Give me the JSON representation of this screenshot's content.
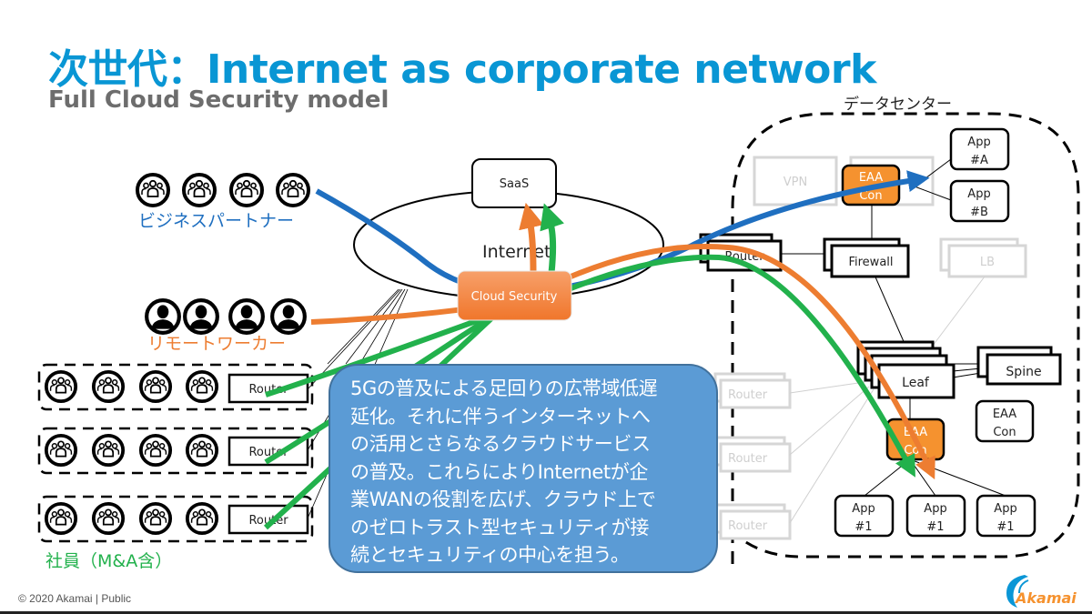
{
  "slide": {
    "title": "次世代：Internet as corporate network",
    "subtitle": "Full Cloud Security model",
    "footer": "© 2020 Akamai | Public",
    "logo_text": "Akamai"
  },
  "colors": {
    "title": "#0996d4",
    "subtitle": "#6d6d6d",
    "partner": "#1f6fc0",
    "remote": "#ed7d31",
    "employee": "#22b14c",
    "callout_fill": "#5b9bd5",
    "eaa_fill": "#f5922f"
  },
  "groups": {
    "partner_label": "ビジネスパートナー",
    "remote_label": "リモートワーカー",
    "employee_label": "社員（M&A含）"
  },
  "internet": {
    "label": "Internet",
    "saas_label": "SaaS",
    "cloud_security_label": "Cloud Security"
  },
  "branches": [
    {
      "router_label": "Router"
    },
    {
      "router_label": "Router"
    },
    {
      "router_label": "Router"
    }
  ],
  "datacenter": {
    "label": "データセンター",
    "router": "Router",
    "vpn": "VPN",
    "eaa_top": [
      "EAA",
      "Con"
    ],
    "firewall": "Firewall",
    "lb": "LB",
    "app_a": [
      "App",
      "#A"
    ],
    "app_b": [
      "App",
      "#B"
    ],
    "leaf": "Leaf",
    "spine": "Spine",
    "eaa_mid": [
      "EAA",
      "Con"
    ],
    "eaa_right": [
      "EAA",
      "Con"
    ],
    "apps_bottom": [
      [
        "App",
        "#1"
      ],
      [
        "App",
        "#1"
      ],
      [
        "App",
        "#1"
      ]
    ],
    "legacy_routers": [
      "Router",
      "Router",
      "Router"
    ]
  },
  "callout": {
    "lines": [
      "5Gの普及による足回りの広帯域低遅",
      "延化。それに伴うインターネットへ",
      "の活用とさらなるクラウドサービス",
      "の普及。これらによりInternetが企",
      "業WANの役割を広げ、クラウド上で",
      "のゼロトラスト型セキュリティが接",
      "続とセキュリティの中心を担う。"
    ]
  }
}
